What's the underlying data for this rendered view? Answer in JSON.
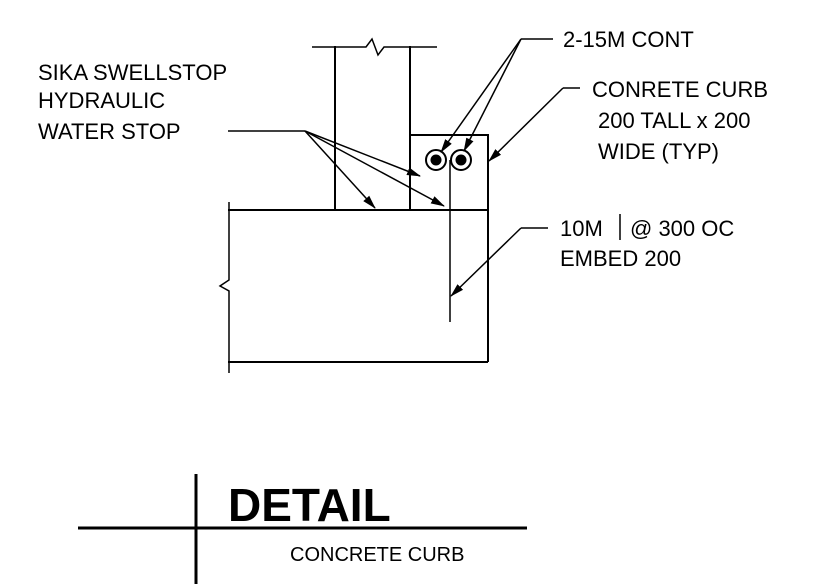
{
  "labels": {
    "waterstop_line1": "SIKA SWELLSTOP",
    "waterstop_line2": "HYDRAULIC",
    "waterstop_line3": "WATER STOP",
    "rebar_cont": "2-15M CONT",
    "curb_line1": "CONRETE CURB",
    "curb_line2": "200 TALL x 200",
    "curb_line3": "WIDE (TYP)",
    "dowel_line1_a": "10M",
    "dowel_line1_b": "@ 300 OC",
    "dowel_line2": "EMBED 200"
  },
  "title_block": {
    "title": "DETAIL",
    "subtitle": "CONCRETE CURB"
  }
}
